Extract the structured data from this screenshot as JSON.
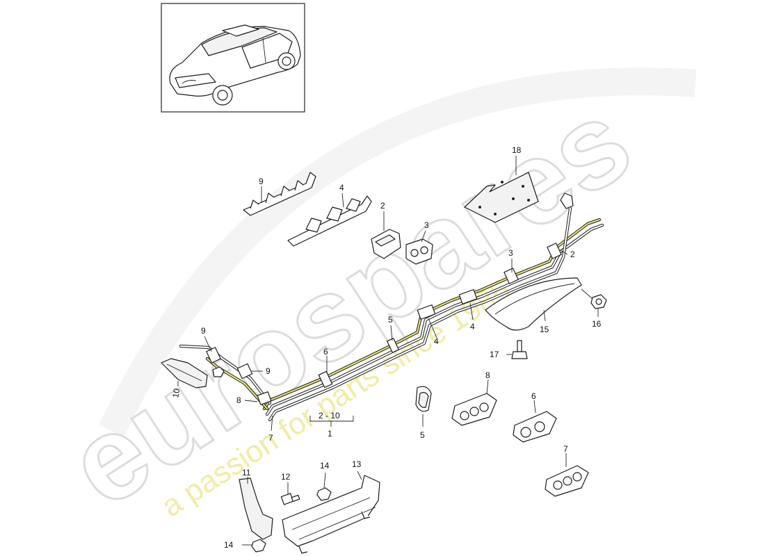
{
  "watermark": {
    "brand": "eurospares",
    "tagline": "a passion for parts since 1985",
    "brand_color": "#d9d9d9",
    "tagline_color": "#efe99a"
  },
  "callouts": [
    {
      "id": "c18",
      "text": "18"
    },
    {
      "id": "c9a",
      "text": "9"
    },
    {
      "id": "c4a",
      "text": "4"
    },
    {
      "id": "c2a",
      "text": "2"
    },
    {
      "id": "c3a",
      "text": "3"
    },
    {
      "id": "c3b",
      "text": "3"
    },
    {
      "id": "c2b",
      "text": "2"
    },
    {
      "id": "c5a",
      "text": "5"
    },
    {
      "id": "c4b",
      "text": "4"
    },
    {
      "id": "c4c",
      "text": "4"
    },
    {
      "id": "c15",
      "text": "15"
    },
    {
      "id": "c16",
      "text": "16"
    },
    {
      "id": "c17",
      "text": "17"
    },
    {
      "id": "c9b",
      "text": "9"
    },
    {
      "id": "c9c",
      "text": "9"
    },
    {
      "id": "c6a",
      "text": "6"
    },
    {
      "id": "c10",
      "text": "10"
    },
    {
      "id": "c8a",
      "text": "8"
    },
    {
      "id": "c7a",
      "text": "7"
    },
    {
      "id": "c2-10",
      "text": "2 - 10"
    },
    {
      "id": "c1",
      "text": "1"
    },
    {
      "id": "c5b",
      "text": "5"
    },
    {
      "id": "c8b",
      "text": "8"
    },
    {
      "id": "c6b",
      "text": "6"
    },
    {
      "id": "c7b",
      "text": "7"
    },
    {
      "id": "c11",
      "text": "11"
    },
    {
      "id": "c12",
      "text": "12"
    },
    {
      "id": "c14a",
      "text": "14"
    },
    {
      "id": "c13",
      "text": "13"
    },
    {
      "id": "c14b",
      "text": "14"
    }
  ]
}
